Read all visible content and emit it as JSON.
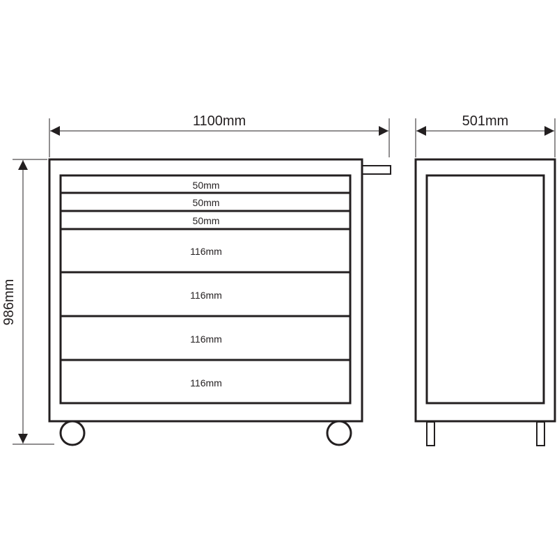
{
  "dimensions": {
    "width": "1100mm",
    "depth": "501mm",
    "height": "986mm"
  },
  "drawers": [
    {
      "label": "50mm"
    },
    {
      "label": "50mm"
    },
    {
      "label": "50mm"
    },
    {
      "label": "116mm"
    },
    {
      "label": "116mm"
    },
    {
      "label": "116mm"
    },
    {
      "label": "116mm"
    }
  ],
  "colors": {
    "line": "#231f20",
    "background": "#ffffff"
  }
}
